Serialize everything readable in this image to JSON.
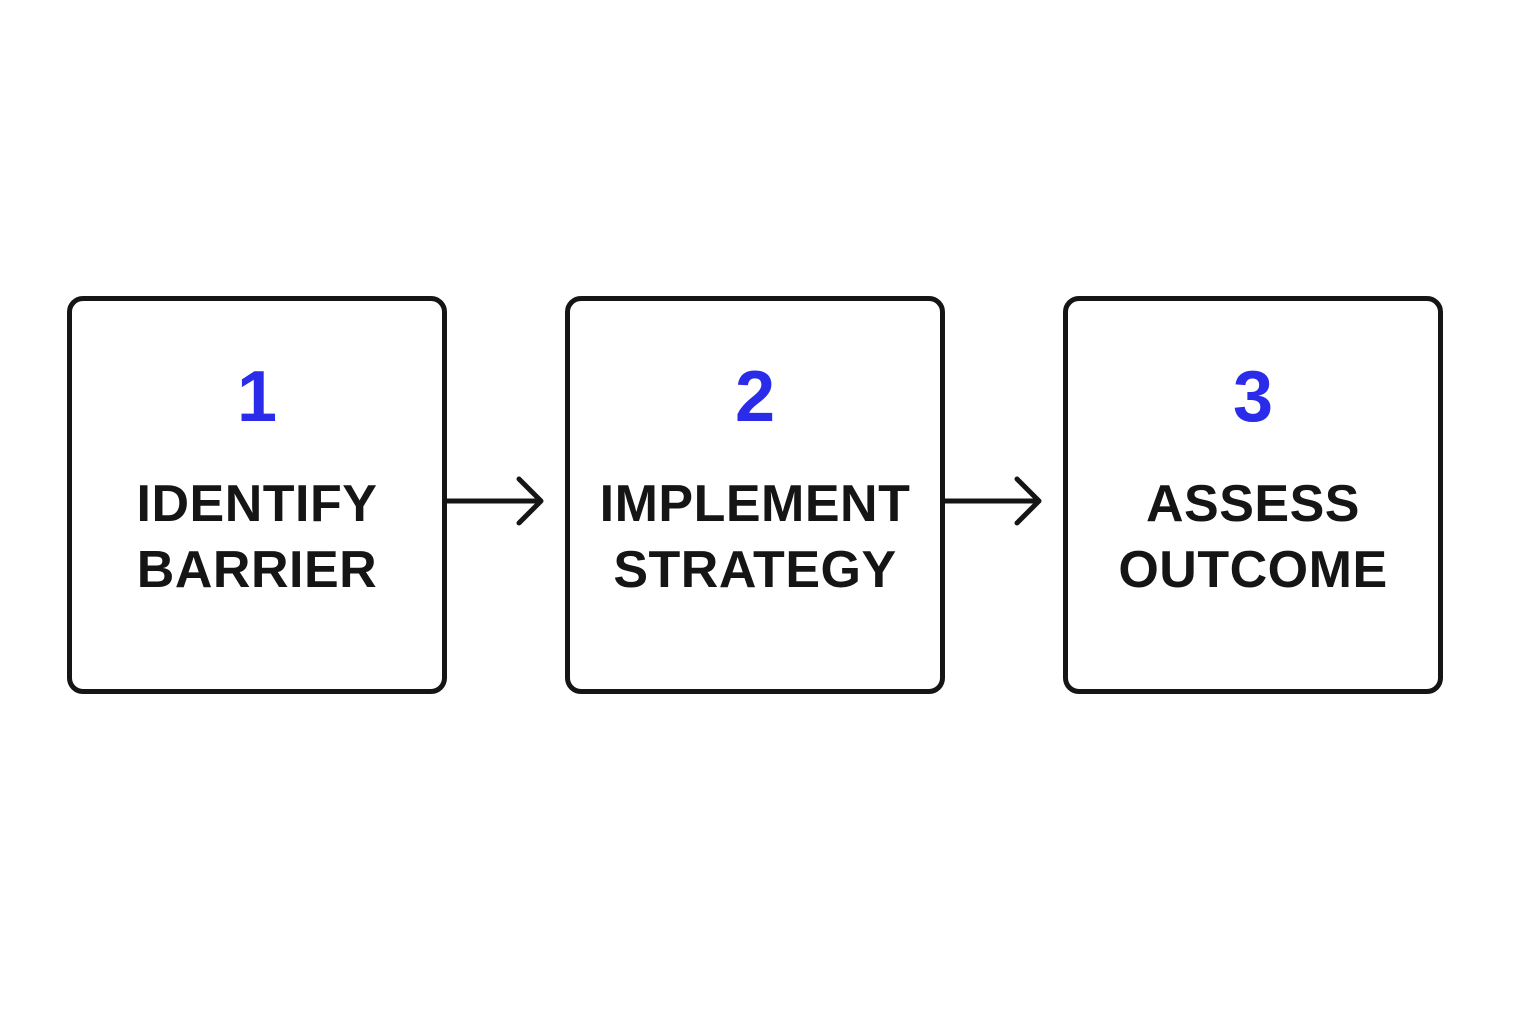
{
  "colors": {
    "number": "#2b2bea",
    "text": "#151515",
    "border": "#151515",
    "background": "#ffffff"
  },
  "steps": [
    {
      "number": "1",
      "line1": "IDENTIFY",
      "line2": "BARRIER"
    },
    {
      "number": "2",
      "line1": "IMPLEMENT",
      "line2": "STRATEGY"
    },
    {
      "number": "3",
      "line1": "ASSESS",
      "line2": "OUTCOME"
    }
  ],
  "connectors": [
    {
      "icon": "arrow-right-icon",
      "from": "1",
      "to": "2"
    },
    {
      "icon": "arrow-right-icon",
      "from": "2",
      "to": "3"
    }
  ]
}
